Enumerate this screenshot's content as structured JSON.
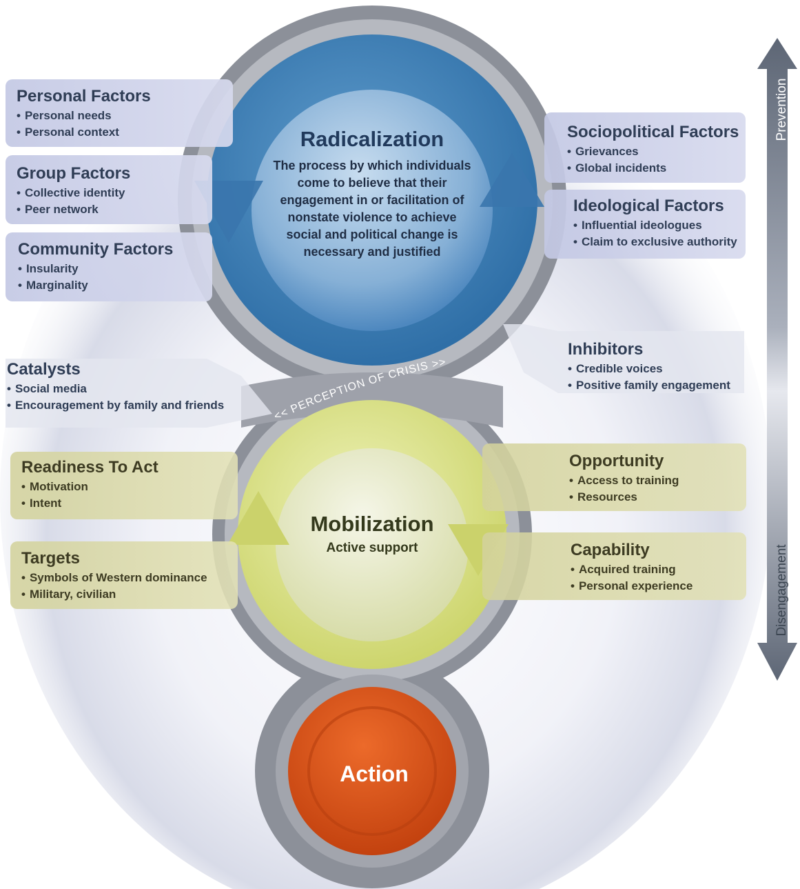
{
  "radicalization": {
    "title": "Radicalization",
    "description": "The process by which individuals come to believe that their engagement in or facilitation of nonstate violence to achieve social and political change is necessary and justified"
  },
  "mobilization": {
    "title": "Mobilization",
    "subtitle": "Active support"
  },
  "action": {
    "title": "Action"
  },
  "crisis_label": "<< PERCEPTION OF CRISIS >>",
  "axis": {
    "top": "Prevention",
    "bottom": "Disengagement"
  },
  "factors": {
    "personal": {
      "title": "Personal Factors",
      "items": [
        "Personal needs",
        "Personal context"
      ]
    },
    "group": {
      "title": "Group Factors",
      "items": [
        "Collective identity",
        "Peer network"
      ]
    },
    "community": {
      "title": "Community Factors",
      "items": [
        "Insularity",
        "Marginality"
      ]
    },
    "sociopolitical": {
      "title": "Sociopolitical Factors",
      "items": [
        "Grievances",
        "Global incidents"
      ]
    },
    "ideological": {
      "title": "Ideological Factors",
      "items": [
        "Influential ideologues",
        "Claim to exclusive authority"
      ]
    },
    "catalysts": {
      "title": "Catalysts",
      "items": [
        "Social media",
        "Encouragement by family and friends"
      ]
    },
    "inhibitors": {
      "title": "Inhibitors",
      "items": [
        "Credible voices",
        "Positive family engagement"
      ]
    },
    "readiness": {
      "title": "Readiness To Act",
      "items": [
        "Motivation",
        "Intent"
      ]
    },
    "targets": {
      "title": "Targets",
      "items": [
        "Symbols of Western dominance",
        "Military, civilian"
      ]
    },
    "opportunity": {
      "title": "Opportunity",
      "items": [
        "Access to training",
        "Resources"
      ]
    },
    "capability": {
      "title": "Capability",
      "items": [
        "Acquired training",
        "Personal experience"
      ]
    }
  },
  "colors": {
    "radicalization": "#3f7fb5",
    "mobilization": "#d9df8a",
    "action": "#d8521c",
    "ring": "#8a8d96",
    "factor_blue": "#c9cde6",
    "factor_olive": "#d9d9a6"
  }
}
